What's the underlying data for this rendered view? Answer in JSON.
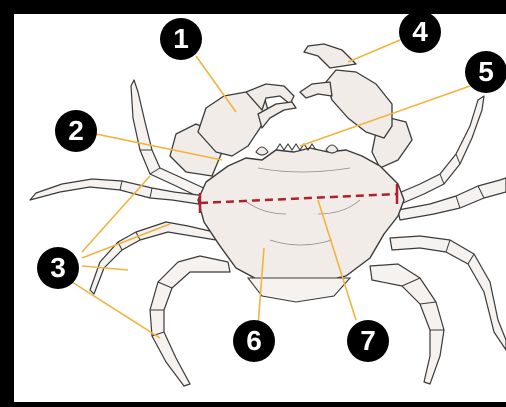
{
  "colors": {
    "frame": "#000000",
    "panel": "#ffffff",
    "body_fill": "#f2ece8",
    "leg_fill": "#f6f2ef",
    "outline": "#3a3a3a",
    "leader_line": "#f2b33d",
    "badge_fill": "#000000",
    "badge_text": "#ffffff",
    "measure_line": "#b0202a"
  },
  "badges": [
    {
      "number": "1"
    },
    {
      "number": "2"
    },
    {
      "number": "3"
    },
    {
      "number": "4"
    },
    {
      "number": "5"
    },
    {
      "number": "6"
    },
    {
      "number": "7"
    }
  ]
}
